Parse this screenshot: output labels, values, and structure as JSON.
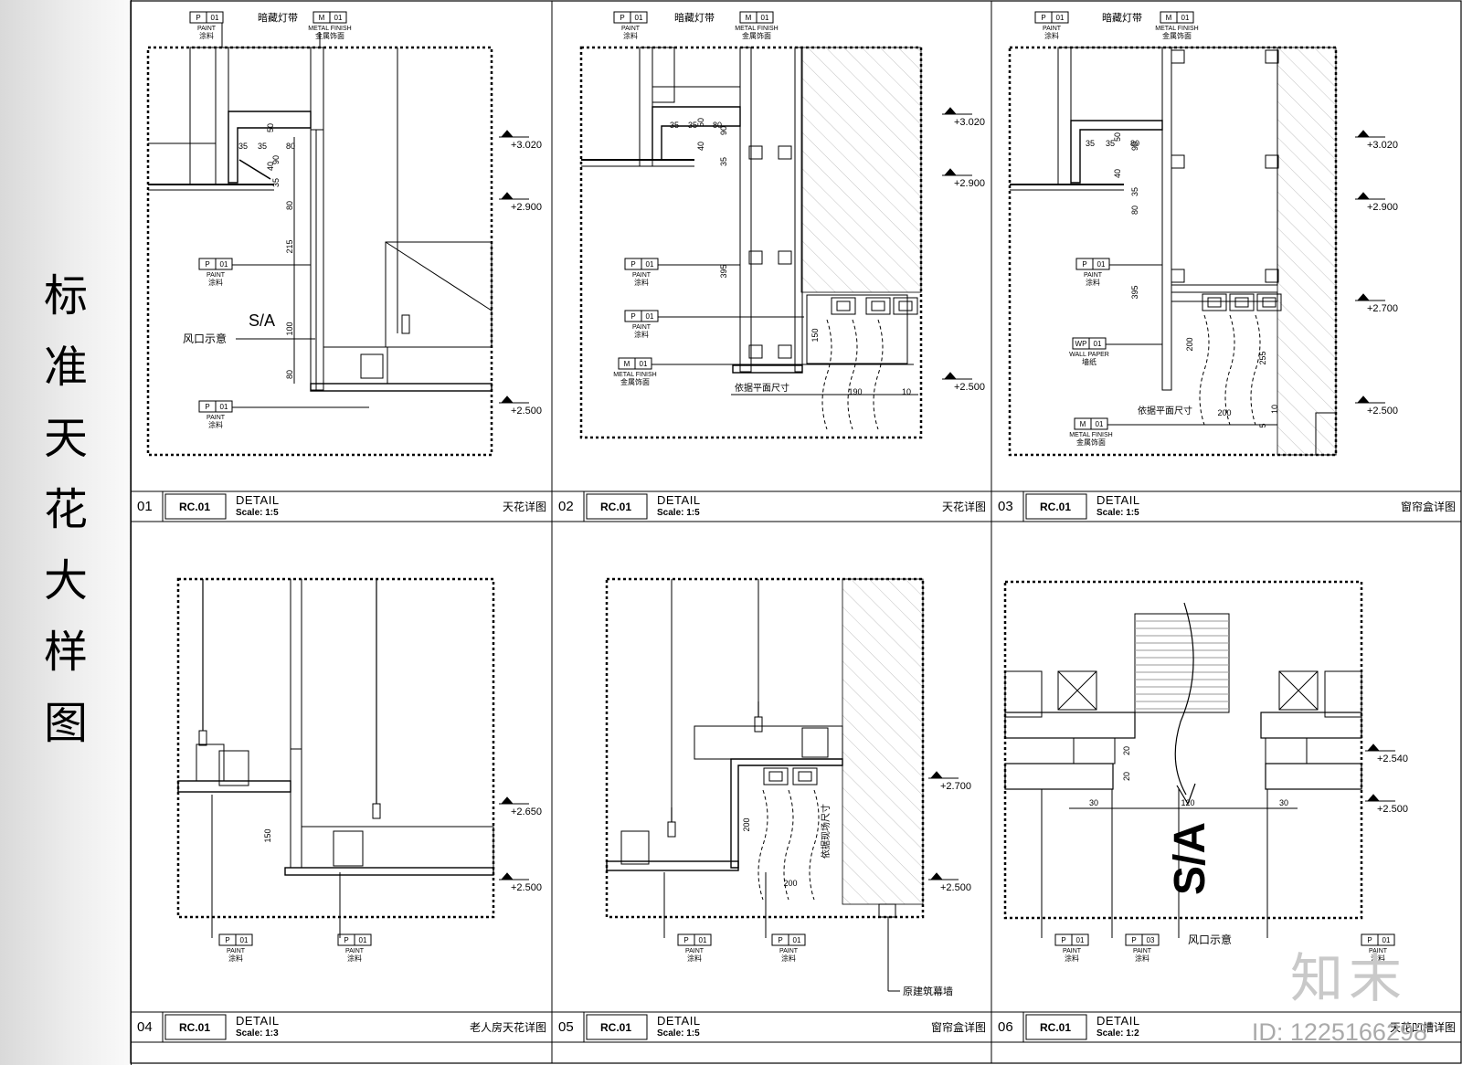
{
  "sheet_title": [
    "标",
    "准",
    "天",
    "花",
    "大",
    "样",
    "图"
  ],
  "panels": [
    {
      "num": "01",
      "code": "RC.01",
      "label": "DETAIL",
      "scale": "Scale: 1:5",
      "name": "天花详图"
    },
    {
      "num": "02",
      "code": "RC.01",
      "label": "DETAIL",
      "scale": "Scale: 1:5",
      "name": "天花详图"
    },
    {
      "num": "03",
      "code": "RC.01",
      "label": "DETAIL",
      "scale": "Scale: 1:5",
      "name": "窗帘盒详图"
    },
    {
      "num": "04",
      "code": "RC.01",
      "label": "DETAIL",
      "scale": "Scale: 1:3",
      "name": "老人房天花详图"
    },
    {
      "num": "05",
      "code": "RC.01",
      "label": "DETAIL",
      "scale": "Scale: 1:5",
      "name": "窗帘盒详图"
    },
    {
      "num": "06",
      "code": "RC.01",
      "label": "DETAIL",
      "scale": "Scale: 1:2",
      "name": "天花凹槽详图"
    }
  ],
  "tags": {
    "paint": {
      "code": "P",
      "num": "01",
      "en": "PAINT",
      "cn": "涂料"
    },
    "paint03": {
      "code": "P",
      "num": "03",
      "en": "PAINT",
      "cn": "涂料"
    },
    "metal": {
      "code": "M",
      "num": "01",
      "en": "METAL FINISH",
      "cn": "金属饰面"
    },
    "wallpaper": {
      "code": "WP",
      "num": "01",
      "en": "WALL PAPER",
      "cn": "墙纸"
    }
  },
  "notes": {
    "light_strip": "暗藏灯带",
    "air_vent": "风口示意",
    "sa": "S/A",
    "per_plan": "依据平面尺寸",
    "per_site": "依据现场尺寸",
    "curtain_wall": "原建筑幕墙"
  },
  "levels": {
    "p1": [
      "+3.020",
      "+2.900",
      "+2.500"
    ],
    "p2": [
      "+3.020",
      "+2.900",
      "+2.500"
    ],
    "p3": [
      "+3.020",
      "+2.900",
      "+2.700",
      "+2.500"
    ],
    "p4": [
      "+2.650",
      "+2.500"
    ],
    "p5": [
      "+2.700",
      "+2.500"
    ],
    "p6": [
      "+2.540",
      "+2.500"
    ]
  },
  "dims": {
    "p1": [
      "35",
      "35",
      "50",
      "80",
      "40",
      "90",
      "35",
      "80",
      "215",
      "100",
      "80"
    ],
    "p2": [
      "35",
      "35",
      "50",
      "80",
      "40",
      "90",
      "35",
      "395",
      "150",
      "190",
      "10"
    ],
    "p3": [
      "35",
      "35",
      "50",
      "80",
      "40",
      "90",
      "35",
      "80",
      "395",
      "200",
      "255",
      "200",
      "10",
      "5"
    ],
    "p4": [
      "150"
    ],
    "p5": [
      "200",
      "200"
    ],
    "p6": [
      "20",
      "20",
      "30",
      "120",
      "30"
    ]
  },
  "brand": {
    "cn": "知末",
    "id": "ID: 1225166298"
  }
}
